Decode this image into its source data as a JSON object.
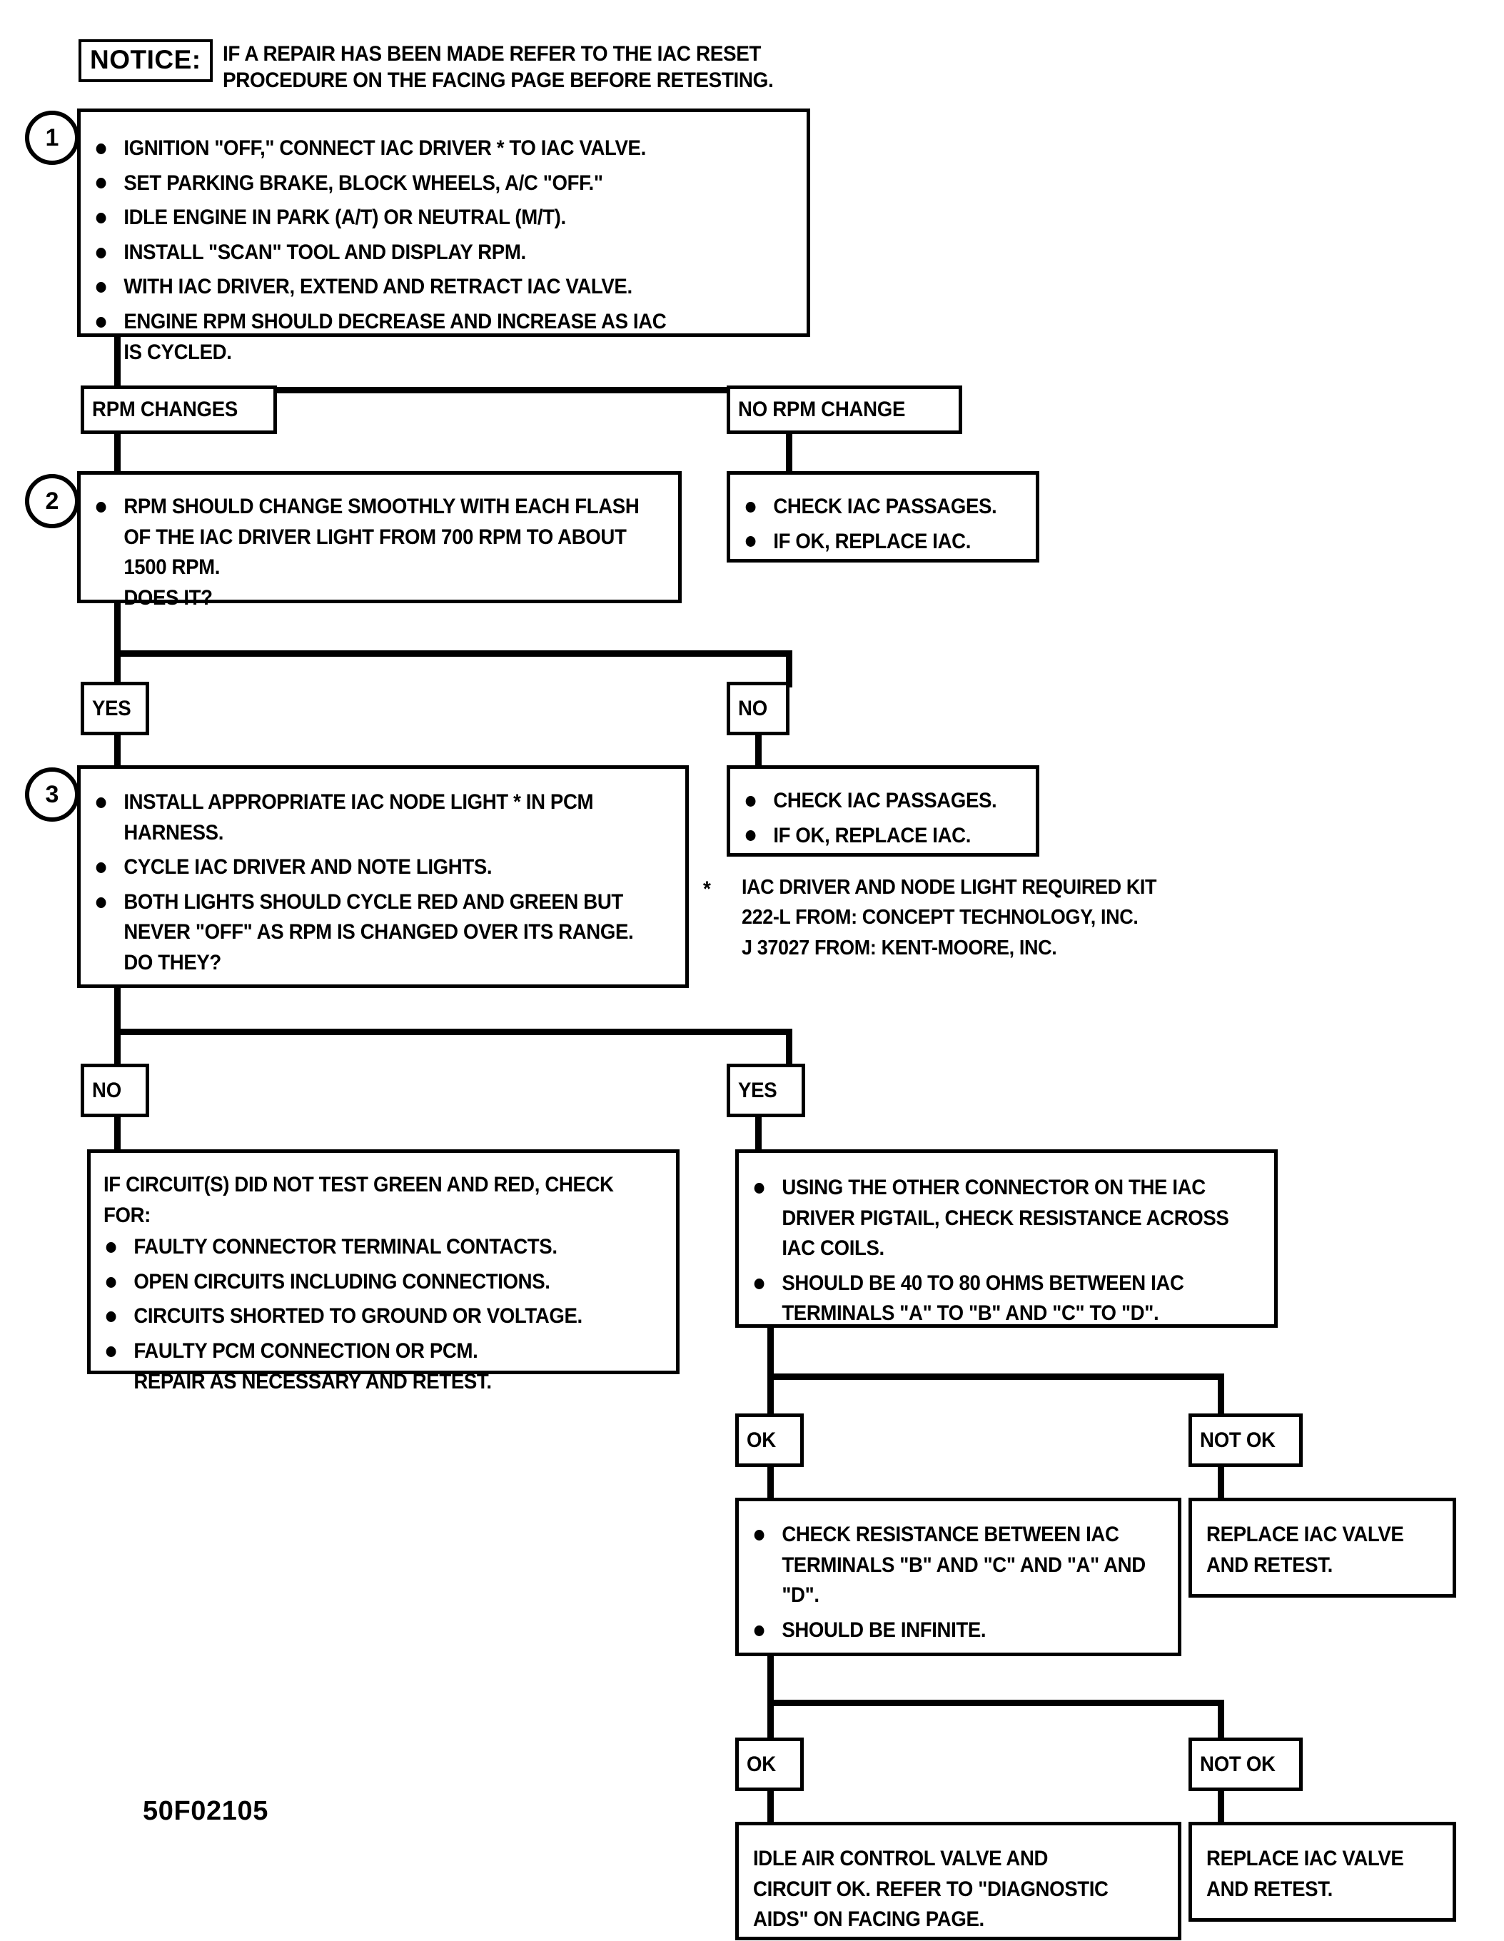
{
  "figure_id": "50F02105",
  "notice": {
    "chip_label": "NOTICE:",
    "text_line1": "IF A REPAIR HAS BEEN  MADE REFER TO THE IAC RESET",
    "text_line2": "PROCEDURE ON THE FACING  PAGE BEFORE RETESTING."
  },
  "footnote": {
    "marker": "*",
    "line1": "IAC DRIVER AND NODE LIGHT REQUIRED KIT",
    "line2": "222-L FROM:  CONCEPT TECHNOLOGY, INC.",
    "line3": "J 37027 FROM:  KENT-MOORE, INC."
  },
  "steps": {
    "one": "1",
    "two": "2",
    "three": "3"
  },
  "step1": {
    "items": [
      "IGNITION \"OFF,\" CONNECT IAC DRIVER * TO IAC VALVE.",
      "SET PARKING BRAKE, BLOCK WHEELS, A/C \"OFF.\"",
      "IDLE ENGINE IN PARK (A/T) OR NEUTRAL (M/T).",
      "INSTALL \"SCAN\" TOOL AND DISPLAY RPM.",
      "WITH IAC DRIVER, EXTEND AND RETRACT IAC VALVE.",
      "ENGINE RPM SHOULD DECREASE AND INCREASE AS IAC IS CYCLED."
    ]
  },
  "branch1": {
    "left_label": "RPM CHANGES",
    "right_label": "NO RPM CHANGE"
  },
  "step2": {
    "items": [
      "RPM SHOULD CHANGE SMOOTHLY WITH EACH FLASH OF THE IAC DRIVER LIGHT FROM 700 RPM TO ABOUT 1500 RPM.",
      "DOES IT?"
    ]
  },
  "no_rpm_change_box": {
    "items": [
      "CHECK IAC PASSAGES.",
      "IF OK, REPLACE IAC."
    ]
  },
  "branch2": {
    "left_label": "YES",
    "right_label": "NO"
  },
  "step3": {
    "items": [
      "INSTALL APPROPRIATE IAC NODE LIGHT * IN PCM HARNESS.",
      "CYCLE IAC DRIVER AND NOTE LIGHTS.",
      "BOTH LIGHTS SHOULD CYCLE RED AND GREEN BUT NEVER \"OFF\" AS RPM IS CHANGED OVER ITS RANGE.",
      "DO THEY?"
    ]
  },
  "step2_no_box": {
    "items": [
      "CHECK IAC PASSAGES.",
      "IF OK, REPLACE IAC."
    ]
  },
  "branch3": {
    "left_label": "NO",
    "right_label": "YES"
  },
  "circuit_check_box": {
    "heading_line1": "IF CIRCUIT(S) DID NOT TEST GREEN AND RED, CHECK",
    "heading_line2": "FOR:",
    "items": [
      "FAULTY CONNECTOR TERMINAL CONTACTS.",
      "OPEN CIRCUITS INCLUDING CONNECTIONS.",
      "CIRCUITS SHORTED TO GROUND OR VOLTAGE.",
      "FAULTY PCM CONNECTION OR PCM."
    ],
    "closing": "REPAIR AS NECESSARY AND RETEST."
  },
  "resistance_box": {
    "items": [
      "USING THE OTHER CONNECTOR ON THE IAC DRIVER PIGTAIL, CHECK RESISTANCE ACROSS IAC COILS.",
      "SHOULD BE 40 TO 80 OHMS BETWEEN IAC TERMINALS \"A\" TO \"B\" AND \"C\" TO \"D\"."
    ]
  },
  "branch4": {
    "left_label": "OK",
    "right_label": "NOT OK"
  },
  "infinite_box": {
    "items": [
      "CHECK RESISTANCE BETWEEN IAC TERMINALS \"B\" AND \"C\" AND \"A\" AND \"D\".",
      "SHOULD BE INFINITE."
    ]
  },
  "replace_box_1": {
    "line1": "REPLACE IAC VALVE",
    "line2": "AND RETEST."
  },
  "branch5": {
    "left_label": "OK",
    "right_label": "NOT OK"
  },
  "final_ok_box": {
    "line1": "IDLE AIR CONTROL VALVE AND",
    "line2": "CIRCUIT OK.  REFER TO \"DIAGNOSTIC",
    "line3": "AIDS\" ON FACING PAGE."
  },
  "replace_box_2": {
    "line1": "REPLACE IAC VALVE",
    "line2": "AND RETEST."
  }
}
